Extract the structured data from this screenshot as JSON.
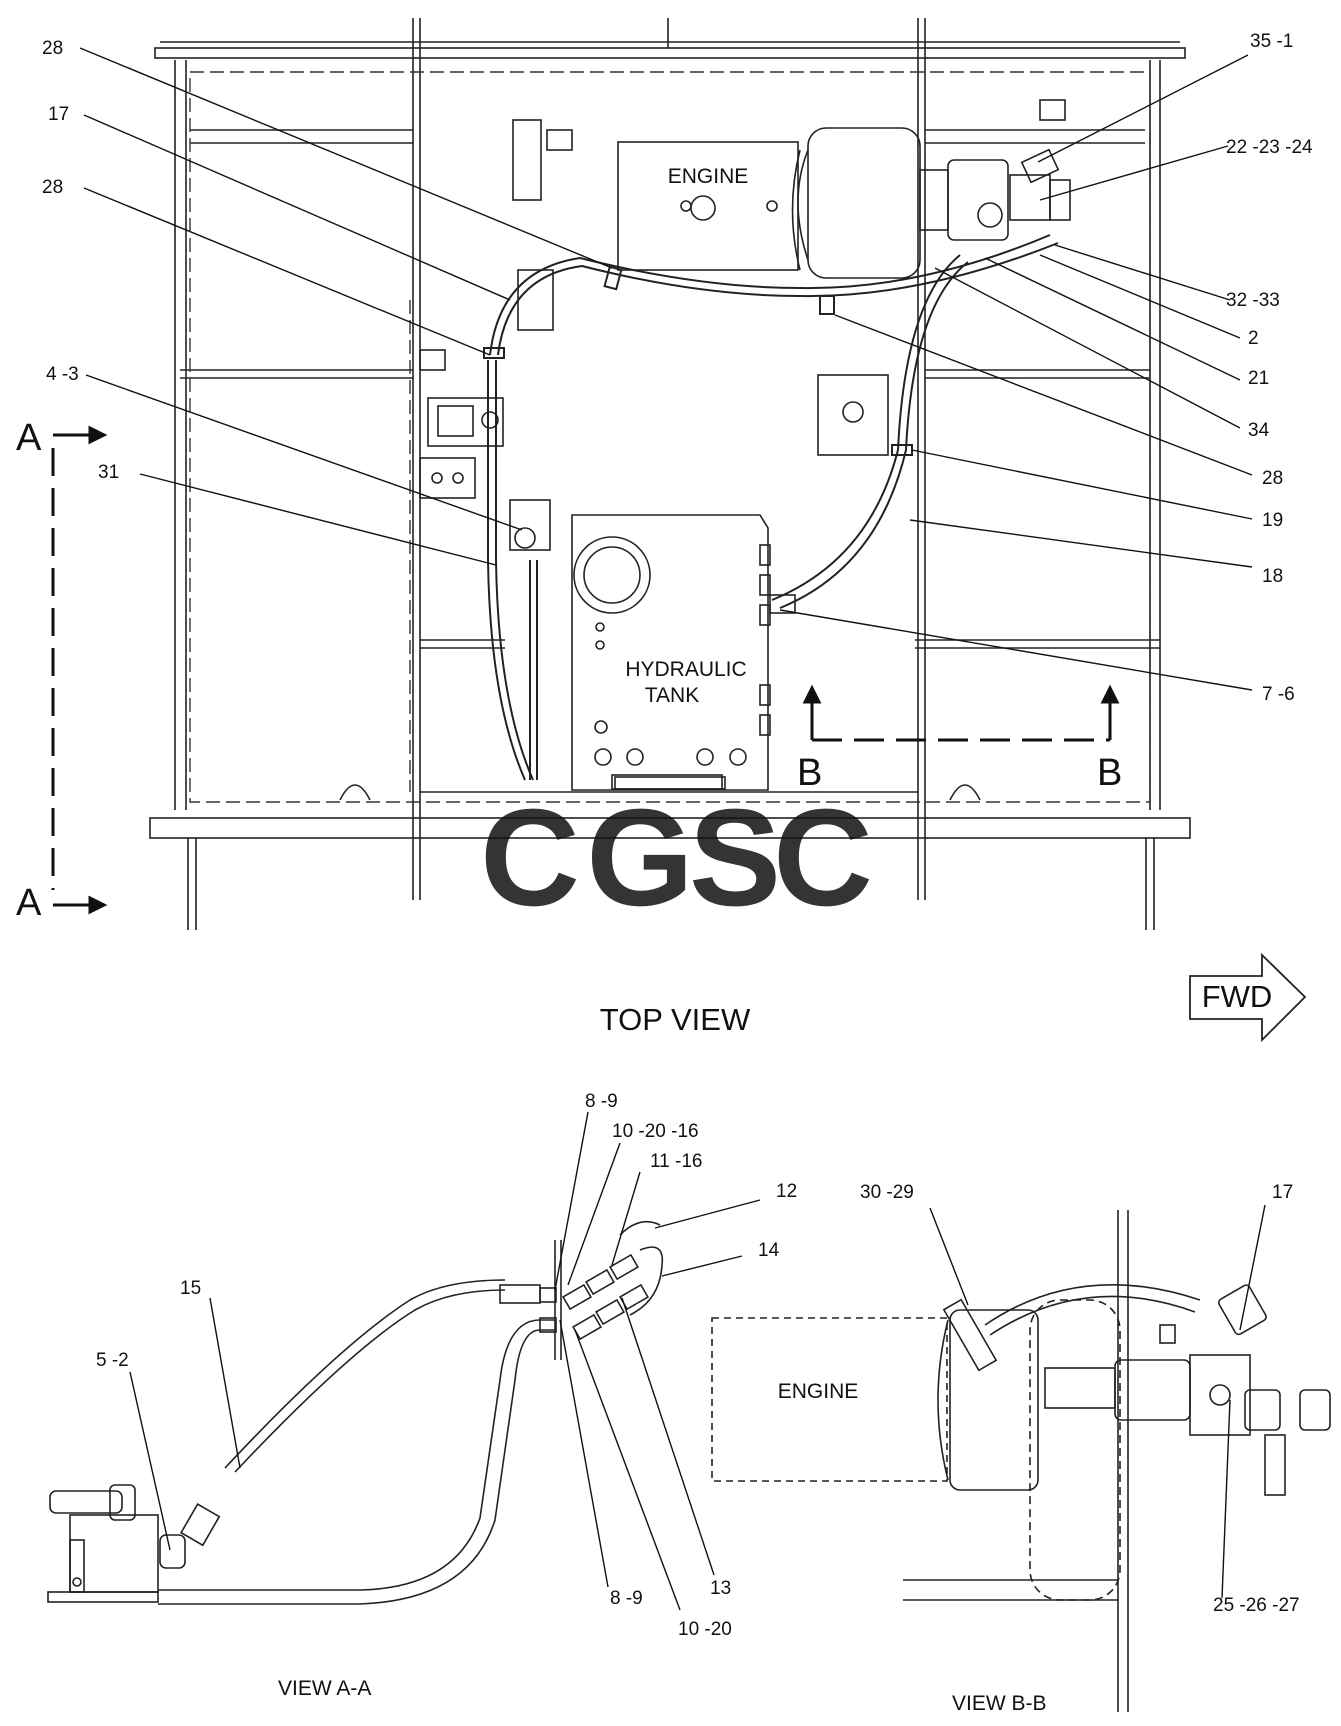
{
  "top_view": {
    "title": "TOP VIEW",
    "labels": {
      "engine": "ENGINE",
      "hydraulic_tank_line1": "HYDRAULIC",
      "hydraulic_tank_line2": "TANK"
    },
    "section_markers": {
      "a_top": "A",
      "a_bottom": "A",
      "b_left": "B",
      "b_right": "B"
    },
    "fwd": "FWD",
    "callouts": [
      "28",
      "17",
      "28",
      "4 -3",
      "31",
      "35 -1",
      "22 -23 -24",
      "32 -33",
      "2",
      "21",
      "34",
      "28",
      "19",
      "18",
      "7 -6"
    ]
  },
  "view_a": {
    "title": "VIEW A-A",
    "callouts": [
      "8 -9",
      "10 -20 -16",
      "11 -16",
      "12",
      "14",
      "15",
      "5 -2",
      "8 -9",
      "10 -20",
      "13"
    ]
  },
  "view_b": {
    "title": "VIEW B-B",
    "engine": "ENGINE",
    "callouts": [
      "30 -29",
      "17",
      "25 -26 -27"
    ]
  },
  "watermark": {
    "letters": [
      "C",
      "G",
      "S",
      "C"
    ],
    "colors": [
      "#4A86E8",
      "#EA6A6A",
      "#F6CF4A",
      "#5DB47E"
    ]
  }
}
